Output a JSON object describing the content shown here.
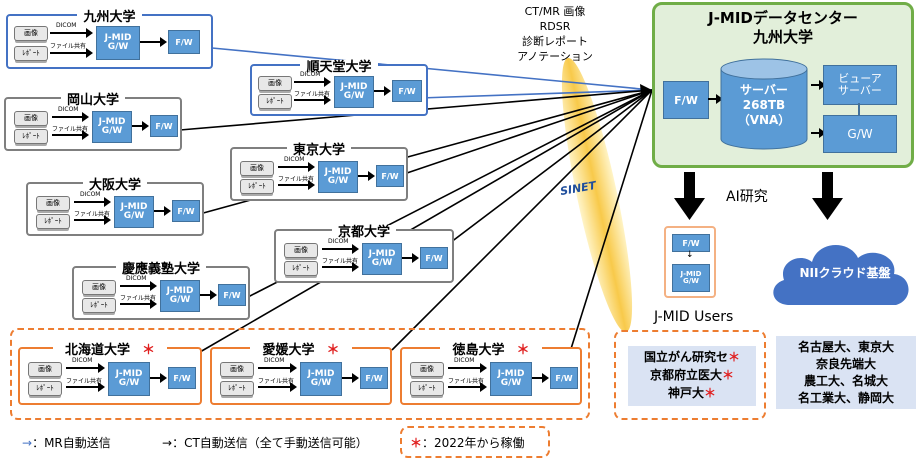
{
  "labels": {
    "image": "画像",
    "report": "ﾚﾎﾟｰﾄ",
    "dicom": "DICOM",
    "file_share": "ファイル共有",
    "gw_line1": "J-MID",
    "gw_line2": "G/W",
    "fw": "F/W"
  },
  "universities": {
    "kyushu": "九州大学",
    "juntendo": "順天堂大学",
    "okayama": "岡山大学",
    "tokyo": "東京大学",
    "osaka": "大阪大学",
    "kyoto": "京都大学",
    "keio": "慶應義塾大学",
    "hokkaido": "北海道大学",
    "ehime": "愛媛大学",
    "tokushima": "徳島大学"
  },
  "star": "＊",
  "sinet_info": {
    "line1": "CT/MR 画像",
    "line2": "RDSR",
    "line3": "診断レポート",
    "line4": "アノテーション"
  },
  "sinet_logo": "SINET",
  "center": {
    "title_line1": "J-MIDデータセンター",
    "title_line2": "九州大学",
    "fw": "F/W",
    "server_line1": "サーバー",
    "server_line2": "268TB",
    "server_line3": "（VNA）",
    "viewer_line1": "ビューア",
    "viewer_line2": "サーバー",
    "gw": "G/W"
  },
  "ai_research": "AI研究",
  "users_box": {
    "fw": "F/W",
    "gw_line1": "J-MID",
    "gw_line2": "G/W"
  },
  "users_title": "J-MID Users",
  "users_list": [
    {
      "name": "国立がん研究セ",
      "star": "＊"
    },
    {
      "name": "京都府立医大",
      "star": "＊"
    },
    {
      "name": "神戸大",
      "star": "＊"
    }
  ],
  "nii_cloud": "NIIクラウド基盤",
  "nii_list": [
    "名古屋大、東京大",
    "奈良先端大",
    "農工大、名城大",
    "名工業大、静岡大"
  ],
  "legend": {
    "mr": "：MR自動送信",
    "ct": "：CT自動送信（全て手動送信可能）",
    "star_note": "：2022年から稼働",
    "star": "＊"
  },
  "colors": {
    "blue_line": "#4472c4",
    "box_blue": "#5b9bd5",
    "green": "#70ad47",
    "orange": "#ed7d31",
    "light_blue": "#dae3f3"
  }
}
